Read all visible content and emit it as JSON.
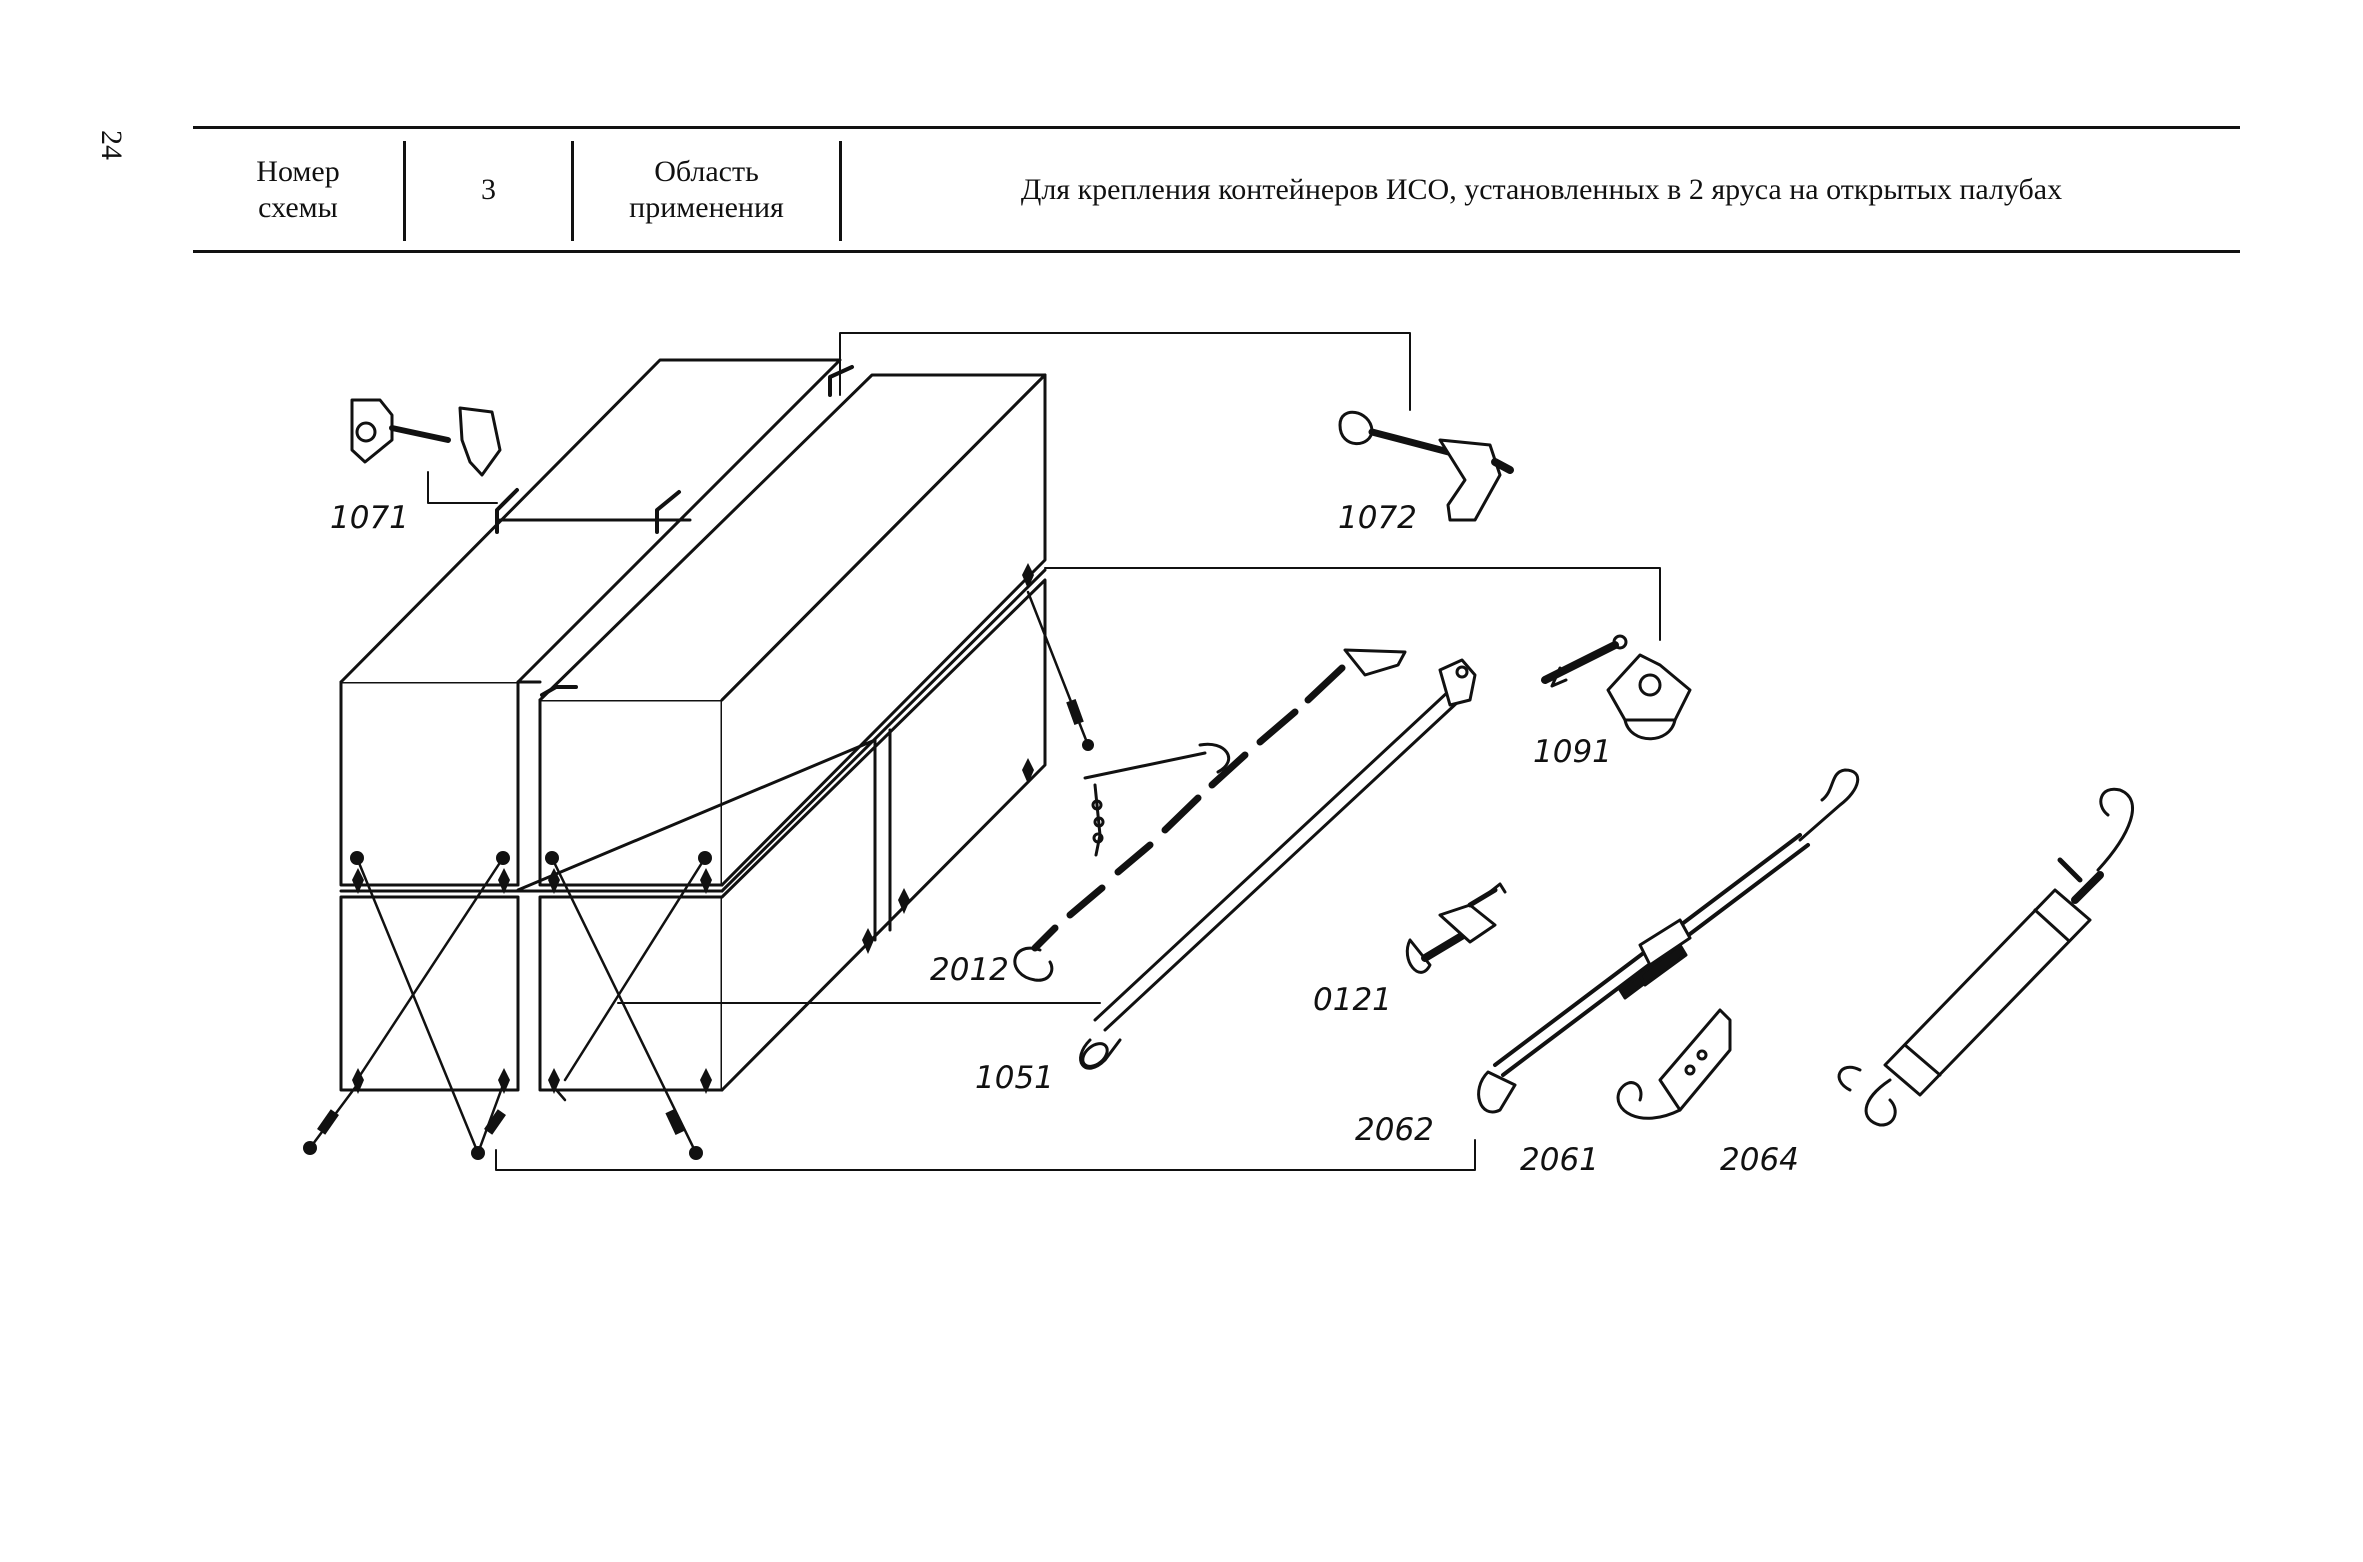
{
  "page_number": "24",
  "header": {
    "scheme_label": "Номер\nсхемы",
    "scheme_number": "3",
    "area_label": "Область\nприменения",
    "area_text": "Для крепления контейнеров ИСО, установленных в 2 яруса на открытых палубах"
  },
  "parts": {
    "p1071": "1071",
    "p1072": "1072",
    "p1091": "1091",
    "p2012": "2012",
    "p0121": "0121",
    "p1051": "1051",
    "p2062": "2062",
    "p2061": "2061",
    "p2064": "2064"
  }
}
